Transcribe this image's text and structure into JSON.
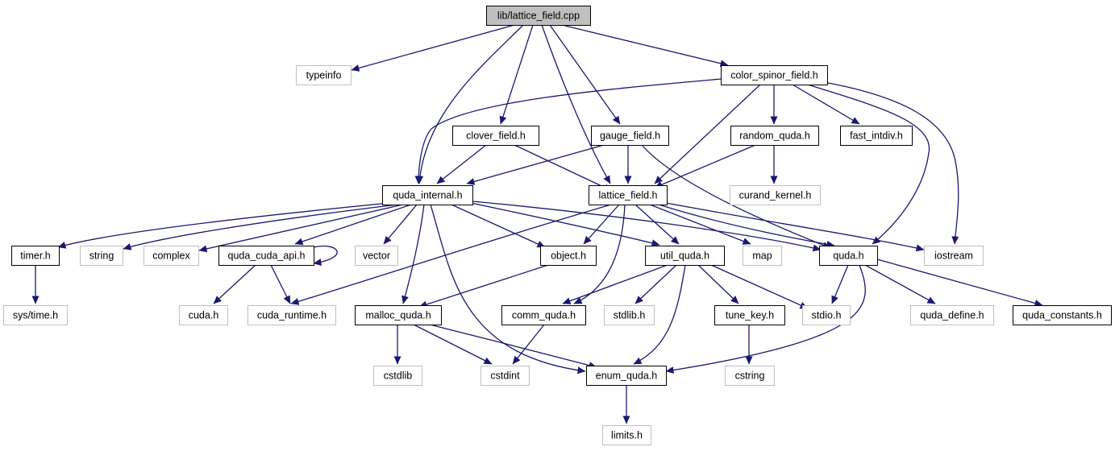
{
  "diagram": {
    "colors": {
      "edge": "#191970",
      "root_fill": "#bfbfbf",
      "documented_border": "#000000",
      "external_border": "#bfbfbf"
    },
    "nodes": [
      {
        "id": "lattice_field_cpp",
        "label": "lib/lattice_field.cpp",
        "kind": "root"
      },
      {
        "id": "typeinfo",
        "label": "typeinfo",
        "kind": "external"
      },
      {
        "id": "color_spinor_field_h",
        "label": "color_spinor_field.h",
        "kind": "documented"
      },
      {
        "id": "clover_field_h",
        "label": "clover_field.h",
        "kind": "documented"
      },
      {
        "id": "gauge_field_h",
        "label": "gauge_field.h",
        "kind": "documented"
      },
      {
        "id": "random_quda_h",
        "label": "random_quda.h",
        "kind": "documented"
      },
      {
        "id": "fast_intdiv_h",
        "label": "fast_intdiv.h",
        "kind": "documented"
      },
      {
        "id": "quda_internal_h",
        "label": "quda_internal.h",
        "kind": "documented"
      },
      {
        "id": "lattice_field_h",
        "label": "lattice_field.h",
        "kind": "documented"
      },
      {
        "id": "curand_kernel_h",
        "label": "curand_kernel.h",
        "kind": "external"
      },
      {
        "id": "timer_h",
        "label": "timer.h",
        "kind": "documented"
      },
      {
        "id": "string",
        "label": "string",
        "kind": "external"
      },
      {
        "id": "complex",
        "label": "complex",
        "kind": "external"
      },
      {
        "id": "quda_cuda_api_h",
        "label": "quda_cuda_api.h",
        "kind": "documented"
      },
      {
        "id": "vector",
        "label": "vector",
        "kind": "external"
      },
      {
        "id": "object_h",
        "label": "object.h",
        "kind": "documented"
      },
      {
        "id": "util_quda_h",
        "label": "util_quda.h",
        "kind": "documented"
      },
      {
        "id": "map",
        "label": "map",
        "kind": "external"
      },
      {
        "id": "quda_h",
        "label": "quda.h",
        "kind": "documented"
      },
      {
        "id": "iostream",
        "label": "iostream",
        "kind": "external"
      },
      {
        "id": "sys_time_h",
        "label": "sys/time.h",
        "kind": "external"
      },
      {
        "id": "cuda_h",
        "label": "cuda.h",
        "kind": "external"
      },
      {
        "id": "cuda_runtime_h",
        "label": "cuda_runtime.h",
        "kind": "external"
      },
      {
        "id": "malloc_quda_h",
        "label": "malloc_quda.h",
        "kind": "documented"
      },
      {
        "id": "comm_quda_h",
        "label": "comm_quda.h",
        "kind": "documented"
      },
      {
        "id": "stdlib_h",
        "label": "stdlib.h",
        "kind": "external"
      },
      {
        "id": "tune_key_h",
        "label": "tune_key.h",
        "kind": "documented"
      },
      {
        "id": "stdio_h",
        "label": "stdio.h",
        "kind": "external"
      },
      {
        "id": "quda_define_h",
        "label": "quda_define.h",
        "kind": "external"
      },
      {
        "id": "quda_constants_h",
        "label": "quda_constants.h",
        "kind": "documented"
      },
      {
        "id": "cstdlib",
        "label": "cstdlib",
        "kind": "external"
      },
      {
        "id": "cstdint",
        "label": "cstdint",
        "kind": "external"
      },
      {
        "id": "enum_quda_h",
        "label": "enum_quda.h",
        "kind": "documented"
      },
      {
        "id": "cstring",
        "label": "cstring",
        "kind": "external"
      },
      {
        "id": "limits_h",
        "label": "limits.h",
        "kind": "external"
      }
    ],
    "edges": [
      {
        "from": "lattice_field_cpp",
        "to": "typeinfo"
      },
      {
        "from": "lattice_field_cpp",
        "to": "color_spinor_field_h"
      },
      {
        "from": "lattice_field_cpp",
        "to": "clover_field_h"
      },
      {
        "from": "lattice_field_cpp",
        "to": "gauge_field_h"
      },
      {
        "from": "lattice_field_cpp",
        "to": "quda_internal_h"
      },
      {
        "from": "lattice_field_cpp",
        "to": "lattice_field_h"
      },
      {
        "from": "color_spinor_field_h",
        "to": "quda_internal_h"
      },
      {
        "from": "color_spinor_field_h",
        "to": "lattice_field_h"
      },
      {
        "from": "color_spinor_field_h",
        "to": "random_quda_h"
      },
      {
        "from": "color_spinor_field_h",
        "to": "fast_intdiv_h"
      },
      {
        "from": "color_spinor_field_h",
        "to": "quda_h"
      },
      {
        "from": "color_spinor_field_h",
        "to": "iostream"
      },
      {
        "from": "clover_field_h",
        "to": "quda_internal_h"
      },
      {
        "from": "clover_field_h",
        "to": "lattice_field_h"
      },
      {
        "from": "gauge_field_h",
        "to": "quda_internal_h"
      },
      {
        "from": "gauge_field_h",
        "to": "lattice_field_h"
      },
      {
        "from": "gauge_field_h",
        "to": "quda_h"
      },
      {
        "from": "random_quda_h",
        "to": "lattice_field_h"
      },
      {
        "from": "random_quda_h",
        "to": "curand_kernel_h"
      },
      {
        "from": "quda_internal_h",
        "to": "timer_h"
      },
      {
        "from": "quda_internal_h",
        "to": "string"
      },
      {
        "from": "quda_internal_h",
        "to": "complex"
      },
      {
        "from": "quda_internal_h",
        "to": "quda_cuda_api_h"
      },
      {
        "from": "quda_internal_h",
        "to": "vector"
      },
      {
        "from": "quda_internal_h",
        "to": "object_h"
      },
      {
        "from": "quda_internal_h",
        "to": "util_quda_h"
      },
      {
        "from": "quda_internal_h",
        "to": "quda_h"
      },
      {
        "from": "quda_internal_h",
        "to": "malloc_quda_h"
      },
      {
        "from": "quda_internal_h",
        "to": "enum_quda_h"
      },
      {
        "from": "lattice_field_h",
        "to": "cuda_runtime_h"
      },
      {
        "from": "lattice_field_h",
        "to": "object_h"
      },
      {
        "from": "lattice_field_h",
        "to": "comm_quda_h"
      },
      {
        "from": "lattice_field_h",
        "to": "util_quda_h"
      },
      {
        "from": "lattice_field_h",
        "to": "map"
      },
      {
        "from": "lattice_field_h",
        "to": "quda_h"
      },
      {
        "from": "lattice_field_h",
        "to": "iostream"
      },
      {
        "from": "timer_h",
        "to": "sys_time_h"
      },
      {
        "from": "quda_cuda_api_h",
        "to": "quda_cuda_api_h"
      },
      {
        "from": "quda_cuda_api_h",
        "to": "cuda_h"
      },
      {
        "from": "quda_cuda_api_h",
        "to": "cuda_runtime_h"
      },
      {
        "from": "object_h",
        "to": "malloc_quda_h"
      },
      {
        "from": "util_quda_h",
        "to": "comm_quda_h"
      },
      {
        "from": "util_quda_h",
        "to": "stdlib_h"
      },
      {
        "from": "util_quda_h",
        "to": "tune_key_h"
      },
      {
        "from": "util_quda_h",
        "to": "stdio_h"
      },
      {
        "from": "util_quda_h",
        "to": "enum_quda_h"
      },
      {
        "from": "quda_h",
        "to": "stdio_h"
      },
      {
        "from": "quda_h",
        "to": "quda_define_h"
      },
      {
        "from": "quda_h",
        "to": "quda_constants_h"
      },
      {
        "from": "quda_h",
        "to": "enum_quda_h"
      },
      {
        "from": "malloc_quda_h",
        "to": "cstdlib"
      },
      {
        "from": "malloc_quda_h",
        "to": "cstdint"
      },
      {
        "from": "malloc_quda_h",
        "to": "enum_quda_h"
      },
      {
        "from": "comm_quda_h",
        "to": "cstdint"
      },
      {
        "from": "tune_key_h",
        "to": "cstring"
      },
      {
        "from": "enum_quda_h",
        "to": "limits_h"
      }
    ]
  }
}
